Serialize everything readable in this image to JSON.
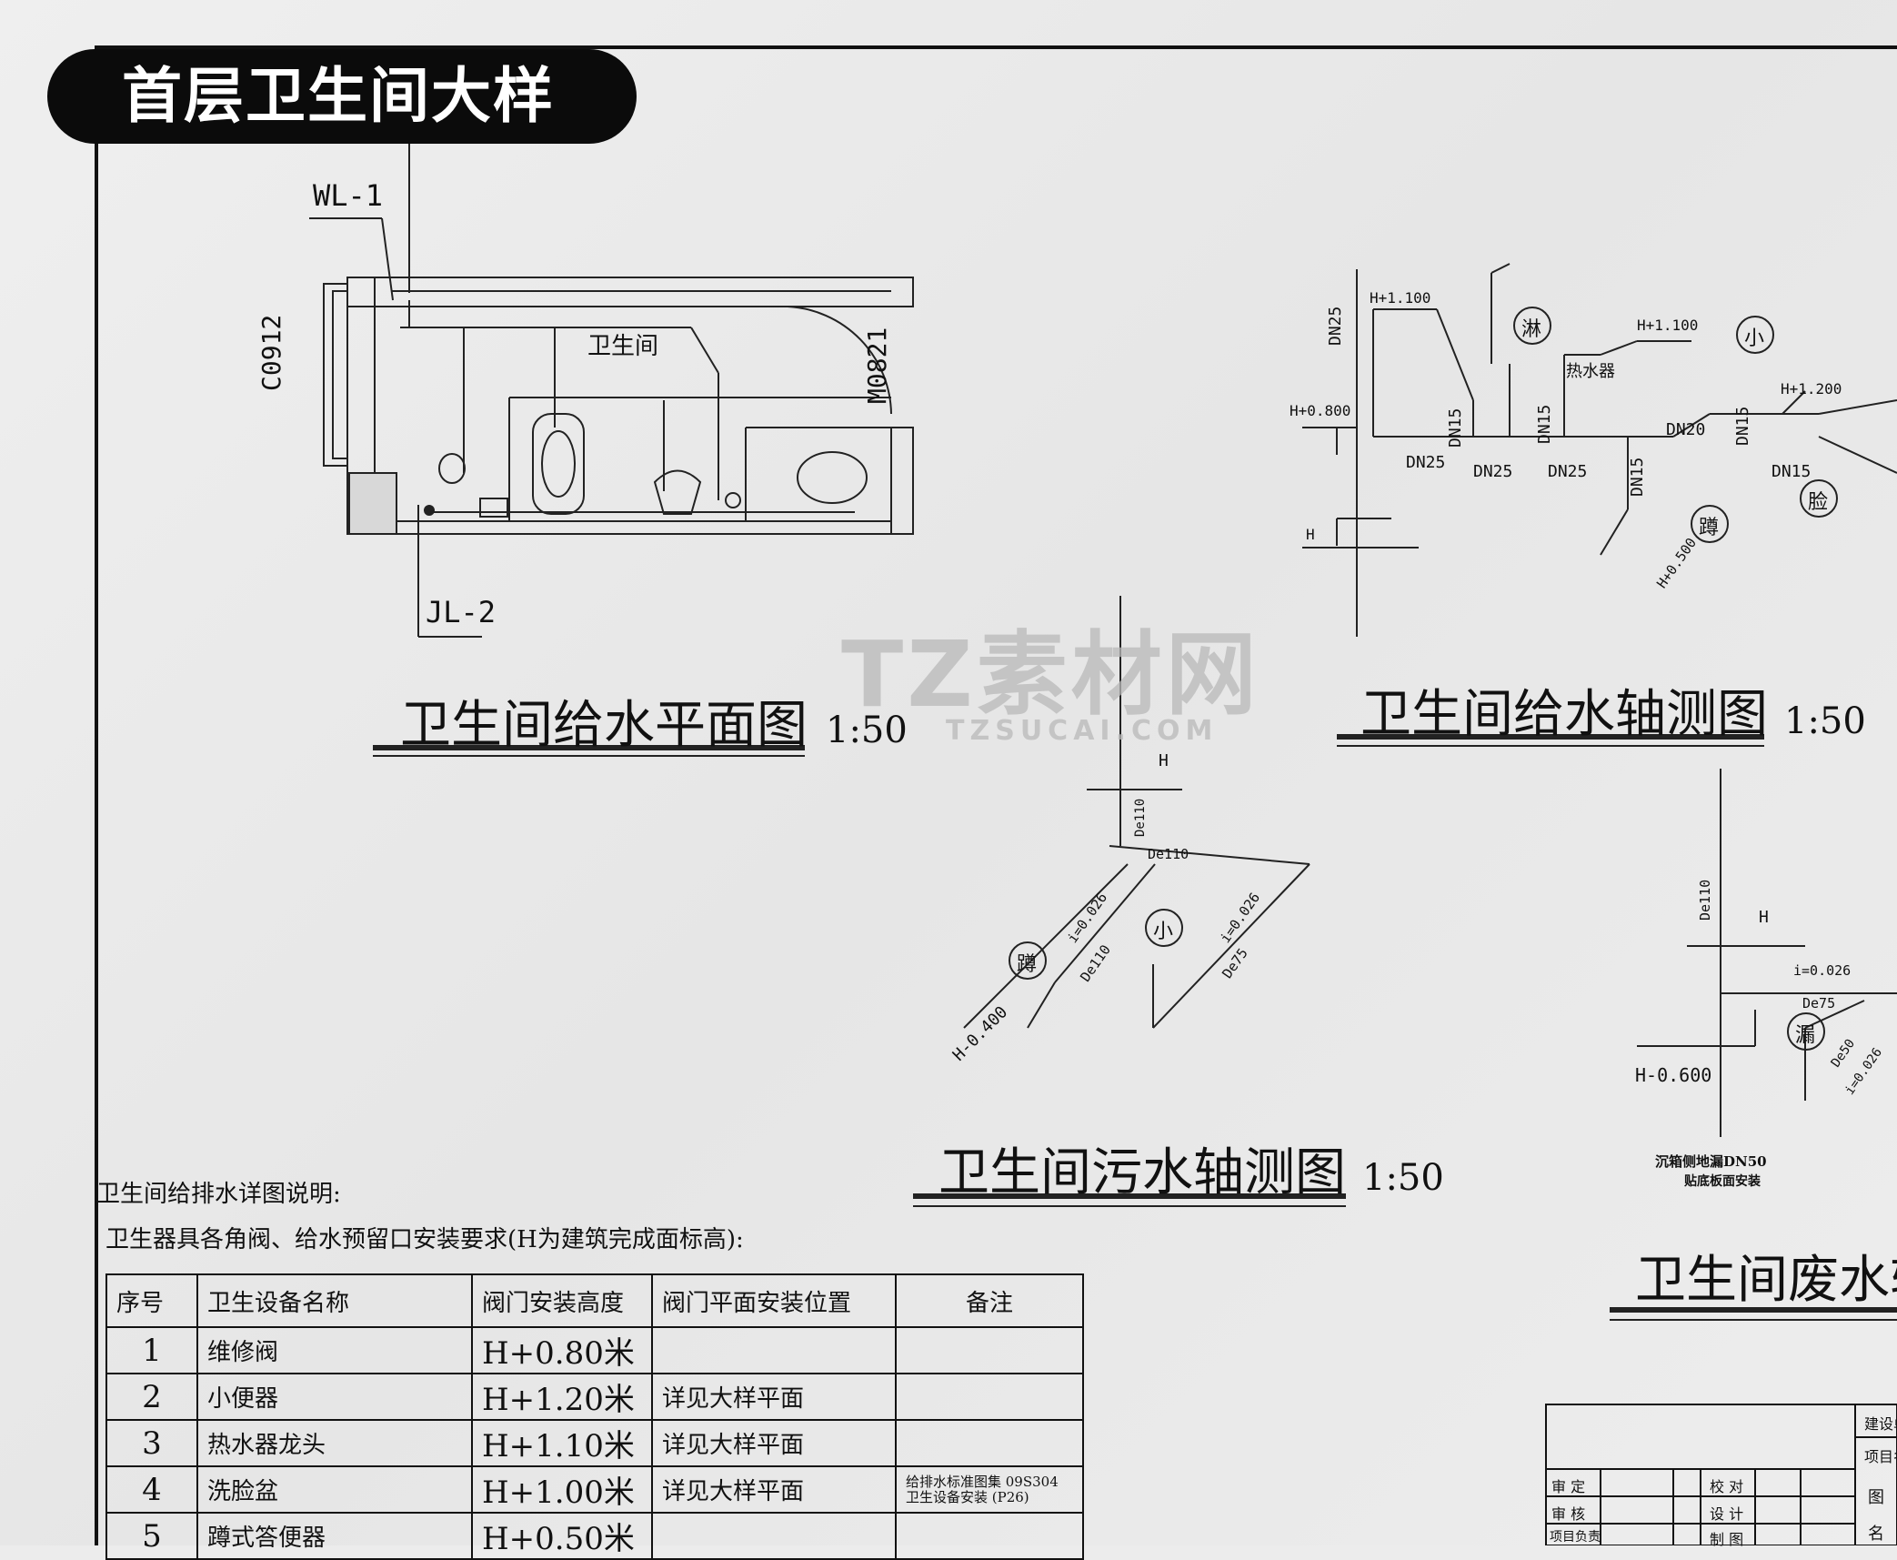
{
  "banner": {
    "title": "首层卫生间大样"
  },
  "plan": {
    "title": "卫生间给水平面图",
    "scale": "1:50",
    "room_label": "卫生间",
    "labels": {
      "wl": "WL-1",
      "jl": "JL-2",
      "window": "C0912",
      "door": "M0821"
    }
  },
  "supply_iso": {
    "title": "卫生间给水轴测图",
    "scale": "1:50",
    "labels": [
      "H+1.100",
      "H+1.100",
      "H+1.200",
      "H+0.800",
      "H",
      "H+0.500",
      "DN25",
      "DN25",
      "DN25",
      "DN25",
      "DN15",
      "DN15",
      "DN15",
      "DN15",
      "DN20",
      "DN15",
      "热水器"
    ],
    "circles": [
      "淋",
      "小",
      "蹲",
      "脸"
    ]
  },
  "sewage_iso": {
    "title": "卫生间污水轴测图",
    "scale": "1:50",
    "labels": [
      "H",
      "De110",
      "De110",
      "De110",
      "De75",
      "i=0.026",
      "i=0.026",
      "H-0.400"
    ],
    "circles": [
      "蹲",
      "小"
    ]
  },
  "waste_iso": {
    "title": "卫生间废水轴",
    "labels": [
      "De110",
      "H",
      "i=0.026",
      "De75",
      "De50",
      "i=0.026",
      "H-0.600",
      "沉箱侧地漏DN50",
      "贴底板面安装"
    ],
    "circles": [
      "漏"
    ]
  },
  "notes": {
    "heading": "卫生间给排水详图说明:",
    "subheading": "卫生器具各角阀、给水预留口安装要求(H为建筑完成面标高):"
  },
  "table": {
    "headers": [
      "序号",
      "卫生设备名称",
      "阀门安装高度",
      "阀门平面安装位置",
      "备注"
    ],
    "rows": [
      {
        "no": "1",
        "name": "维修阀",
        "height": "H+0.80米",
        "position": "",
        "remark": ""
      },
      {
        "no": "2",
        "name": "小便器",
        "height": "H+1.20米",
        "position": "详见大样平面",
        "remark": ""
      },
      {
        "no": "3",
        "name": "热水器龙头",
        "height": "H+1.10米",
        "position": "详见大样平面",
        "remark": ""
      },
      {
        "no": "4",
        "name": "洗脸盆",
        "height": "H+1.00米",
        "position": "详见大样平面",
        "remark": "给排水标准图集 09S304 卫生设备安装 (P26)"
      },
      {
        "no": "5",
        "name": "蹲式答便器",
        "height": "H+0.50米",
        "position": "",
        "remark": ""
      }
    ]
  },
  "titleblock": {
    "rows": [
      [
        "审 定",
        "校 对"
      ],
      [
        "审 核",
        "设 计"
      ],
      [
        "项目负责",
        "制 图"
      ]
    ],
    "side": [
      "建设单",
      "项目名",
      "图",
      "名"
    ]
  },
  "watermark": {
    "main": "TZ素材网",
    "sub": "TZSUCAI.COM"
  }
}
